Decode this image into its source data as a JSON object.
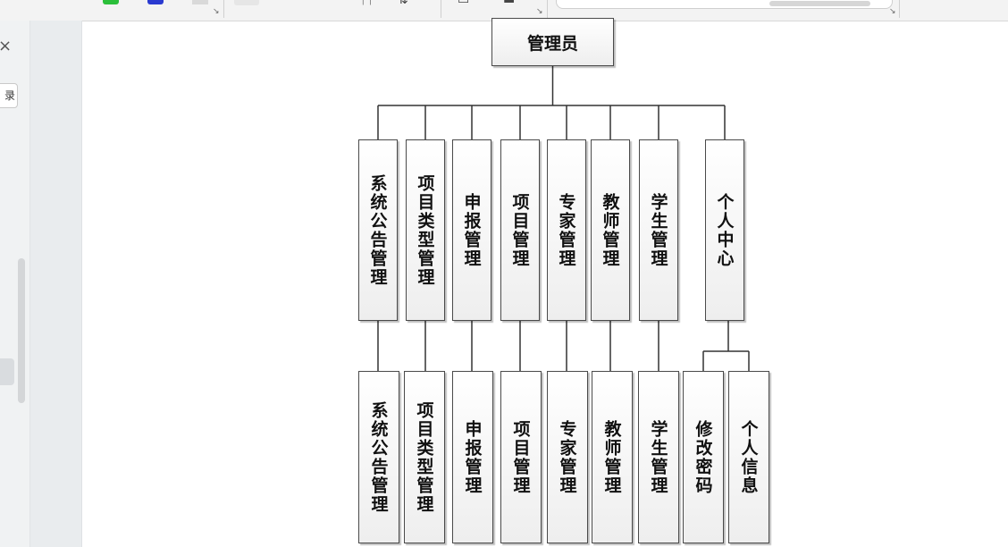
{
  "side_panel": {
    "close_glyph": "×",
    "tab_label": "录"
  },
  "diagram": {
    "root": {
      "label": "管理员"
    },
    "branches": [
      {
        "label": "系统公告管理",
        "children": [
          "系统公告管理"
        ]
      },
      {
        "label": "项目类型管理",
        "children": [
          "项目类型管理"
        ]
      },
      {
        "label": "申报管理",
        "children": [
          "申报管理"
        ]
      },
      {
        "label": "项目管理",
        "children": [
          "项目管理"
        ]
      },
      {
        "label": "专家管理",
        "children": [
          "专家管理"
        ]
      },
      {
        "label": "教师管理",
        "children": [
          "教师管理"
        ]
      },
      {
        "label": "学生管理",
        "children": [
          "学生管理"
        ]
      },
      {
        "label": "个人中心",
        "children": [
          "修改密码",
          "个人信息"
        ]
      }
    ]
  },
  "colors": {
    "line": "#333333",
    "node_border": "#4a4a4a",
    "node_fill_top": "#ffffff",
    "node_fill_bottom": "#eeeeee"
  }
}
